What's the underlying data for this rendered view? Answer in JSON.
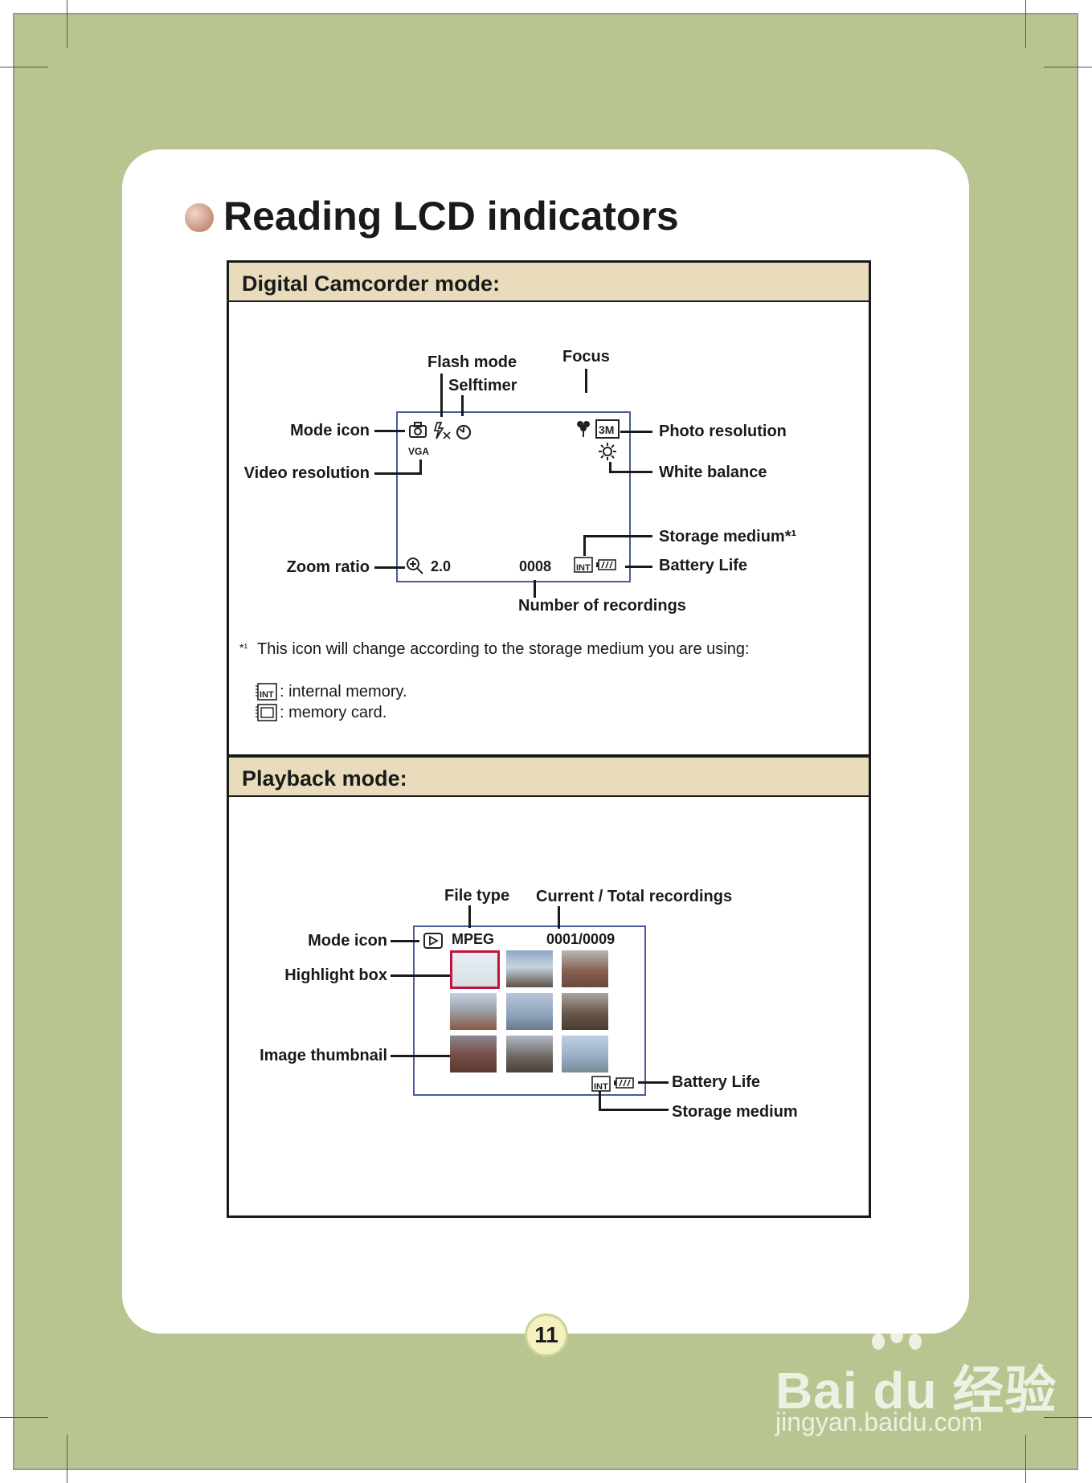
{
  "page_title": "Reading LCD indicators",
  "camcorder": {
    "heading": "Digital Camcorder mode:",
    "labels": {
      "flash_mode": "Flash mode",
      "selftimer": "Selftimer",
      "focus": "Focus",
      "mode_icon": "Mode icon",
      "video_resolution": "Video resolution",
      "zoom_ratio": "Zoom ratio",
      "photo_resolution": "Photo resolution",
      "white_balance": "White balance",
      "storage_medium": "Storage medium*¹",
      "battery_life": "Battery Life",
      "number_of_recordings": "Number of recordings"
    },
    "screen": {
      "vga": "VGA",
      "zoom_value": "2.0",
      "count": "0008",
      "res_badge": "3M",
      "int_badge": "INT"
    },
    "footnote_mark": "*¹",
    "footnote": "This icon will change according to the storage medium you are using:",
    "internal_memory": ": internal memory.",
    "memory_card": ": memory card."
  },
  "playback": {
    "heading": "Playback mode:",
    "labels": {
      "file_type": "File type",
      "current_total": "Current / Total recordings",
      "mode_icon": "Mode icon",
      "highlight_box": "Highlight box",
      "image_thumbnail": "Image thumbnail",
      "battery_life": "Battery Life",
      "storage_medium": "Storage medium"
    },
    "screen": {
      "file_type_value": "MPEG",
      "counter": "0001/0009",
      "int_badge": "INT"
    }
  },
  "page_number": "11",
  "watermark": {
    "brand": "Bai du 经验",
    "url": "jingyan.baidu.com"
  }
}
